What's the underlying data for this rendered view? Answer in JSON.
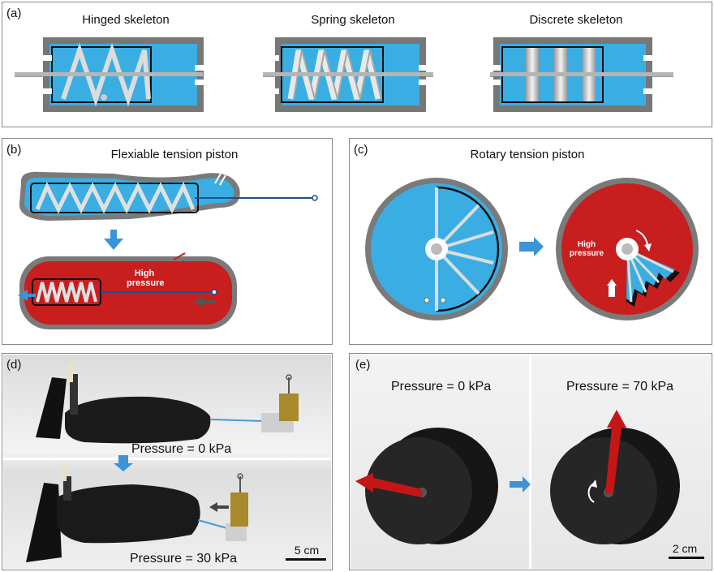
{
  "panels": {
    "a": {
      "label": "(a)",
      "titles": [
        "Hinged skeleton",
        "Spring skeleton",
        "Discrete skeleton"
      ]
    },
    "b": {
      "label": "(b)",
      "title": "Flexiable tension piston",
      "high_pressure": [
        "High",
        "pressure"
      ]
    },
    "c": {
      "label": "(c)",
      "title": "Rotary tension piston",
      "high_pressure": [
        "High",
        "pressure"
      ]
    },
    "d": {
      "label": "(d)",
      "pressure_top": "Pressure = 0 kPa",
      "pressure_bottom": "Pressure = 30 kPa",
      "scale": "5 cm"
    },
    "e": {
      "label": "(e)",
      "pressure_left": "Pressure = 0 kPa",
      "pressure_right": "Pressure = 70 kPa",
      "scale": "2 cm"
    }
  },
  "colors": {
    "blue": "#3aaee3",
    "red": "#c81e1e",
    "gray": "#7a7a7a",
    "arrow_blue": "#3b93d8"
  }
}
